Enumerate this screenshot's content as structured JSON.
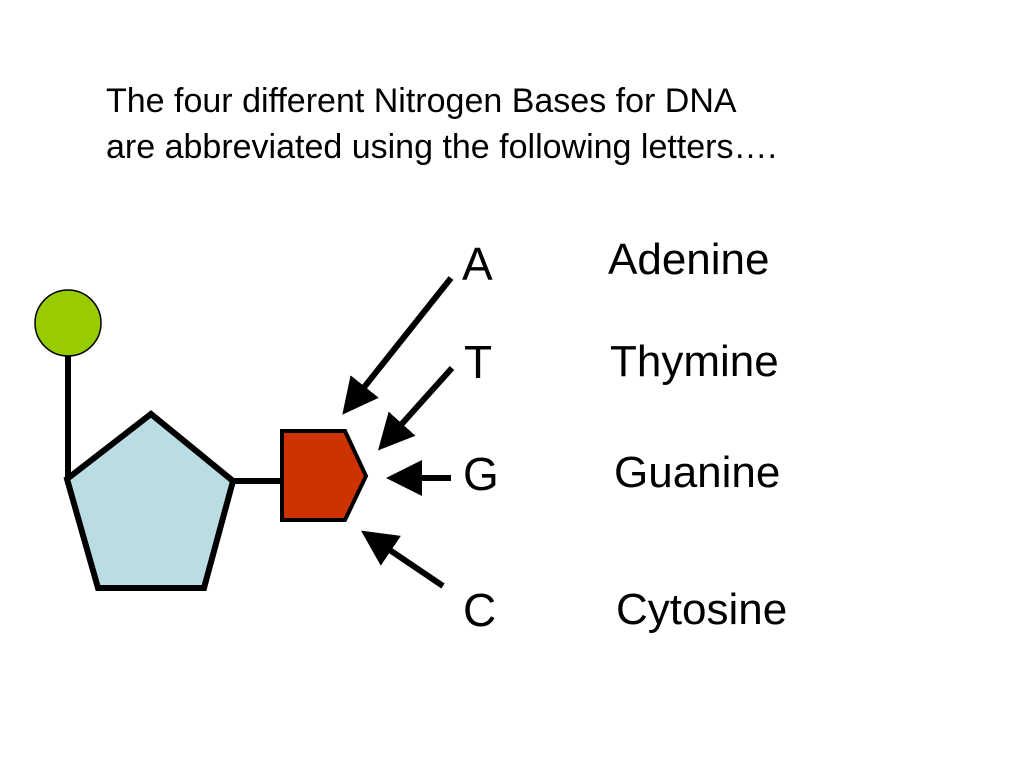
{
  "title": {
    "line1": "The four different Nitrogen Bases for DNA",
    "line2": "are abbreviated using the following letters…."
  },
  "colors": {
    "phosphate": "#99cc00",
    "sugar": "#b9dde3",
    "base": "#cc3300",
    "outline": "#000000"
  },
  "bases": [
    {
      "letter": "A",
      "name": "Adenine"
    },
    {
      "letter": "T",
      "name": "Thymine"
    },
    {
      "letter": "G",
      "name": "Guanine"
    },
    {
      "letter": "C",
      "name": "Cytosine"
    }
  ]
}
